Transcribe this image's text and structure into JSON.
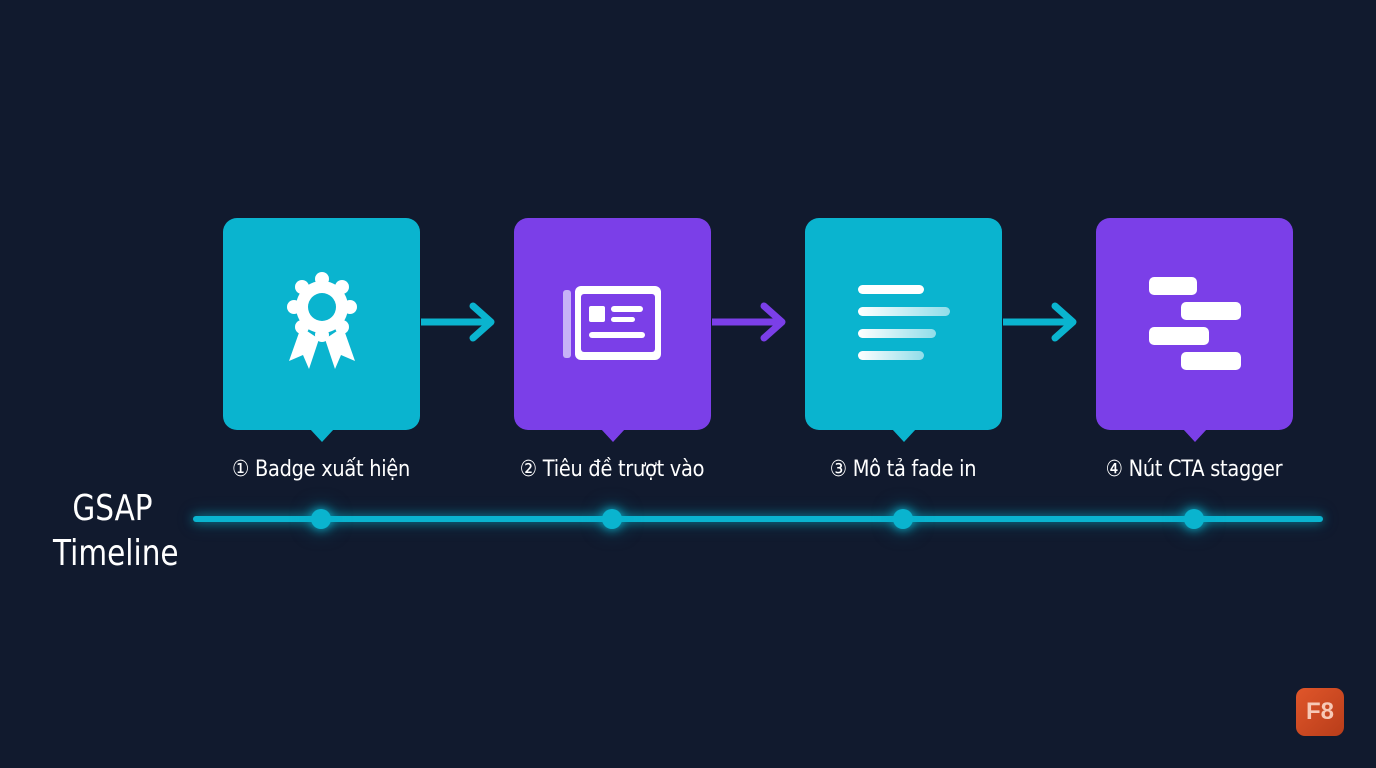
{
  "steps": [
    {
      "label": "① Badge xuất hiện",
      "color": "#0ab4cf",
      "icon": "badge-ribbon-icon"
    },
    {
      "label": "② Tiêu đề trượt vào",
      "color": "#7b3fe8",
      "icon": "card-title-icon"
    },
    {
      "label": "③ Mô tả fade in",
      "color": "#0ab4cf",
      "icon": "text-lines-icon"
    },
    {
      "label": "④ Nút CTA stagger",
      "color": "#7b3fe8",
      "icon": "staggered-buttons-icon"
    }
  ],
  "timeline": {
    "title_line1": "GSAP",
    "title_line2": "Timeline"
  },
  "logo": {
    "text": "F8",
    "color": "#d9502a"
  },
  "colors": {
    "background": "#111a2e",
    "cyan": "#0ab4cf",
    "purple": "#7b3fe8"
  }
}
